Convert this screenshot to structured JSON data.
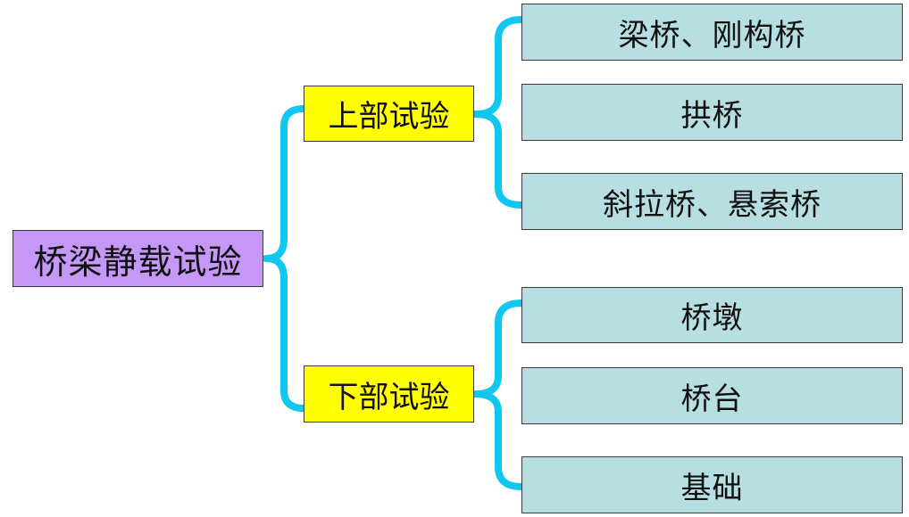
{
  "colors": {
    "root_fill": "#c597f7",
    "branch_fill": "#ffff00",
    "leaf_fill": "#b7dfe1",
    "connector": "#10c8ef"
  },
  "root": {
    "label": "桥梁静载试验"
  },
  "branches": [
    {
      "label": "上部试验",
      "leaves": [
        {
          "label": "梁桥、刚构桥"
        },
        {
          "label": "拱桥"
        },
        {
          "label": "斜拉桥、悬索桥"
        }
      ]
    },
    {
      "label": "下部试验",
      "leaves": [
        {
          "label": "桥墩"
        },
        {
          "label": "桥台"
        },
        {
          "label": "基础"
        }
      ]
    }
  ]
}
